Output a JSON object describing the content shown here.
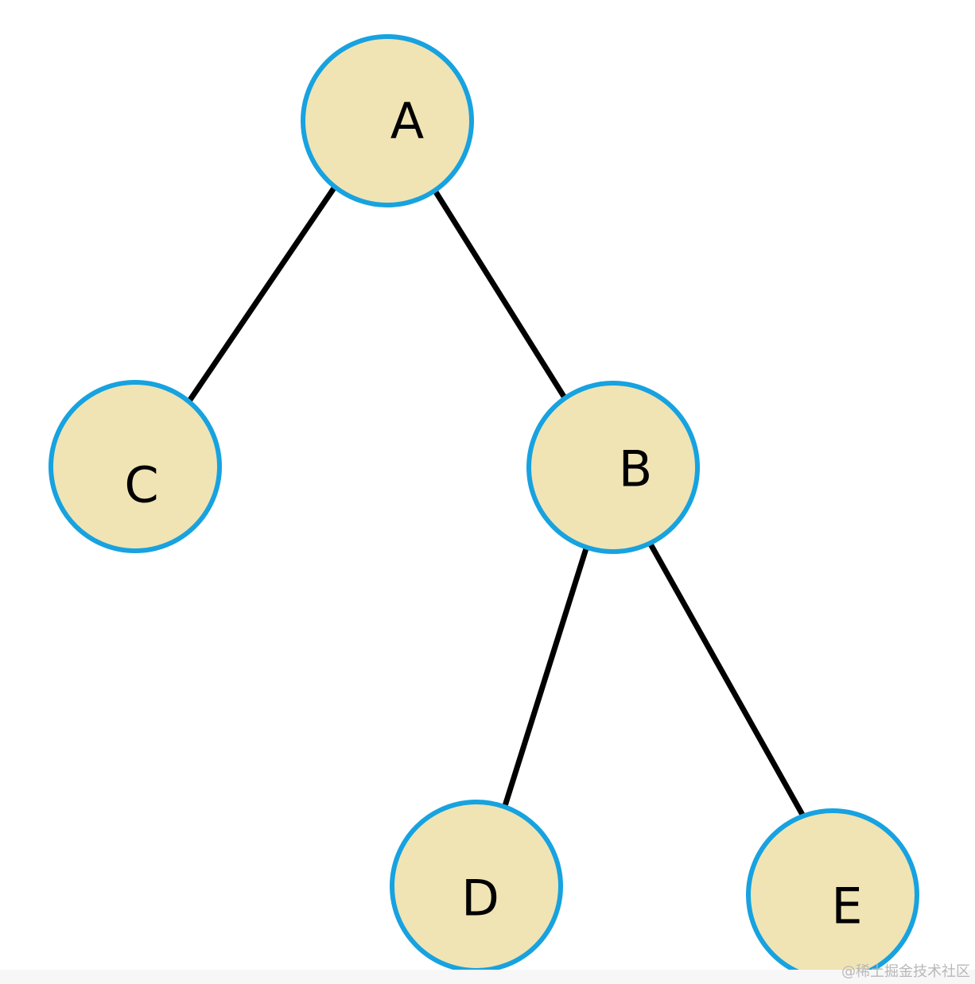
{
  "tree": {
    "nodes": [
      {
        "id": "A",
        "label": "A"
      },
      {
        "id": "C",
        "label": "C"
      },
      {
        "id": "B",
        "label": "B"
      },
      {
        "id": "D",
        "label": "D"
      },
      {
        "id": "E",
        "label": "E"
      }
    ],
    "edges": [
      {
        "from": "A",
        "to": "C"
      },
      {
        "from": "A",
        "to": "B"
      },
      {
        "from": "B",
        "to": "D"
      },
      {
        "from": "B",
        "to": "E"
      }
    ]
  },
  "colors": {
    "node_fill": "#f0e4b4",
    "node_border": "#17a2e0",
    "edge": "#000000"
  },
  "watermark": "@稀土掘金技术社区"
}
